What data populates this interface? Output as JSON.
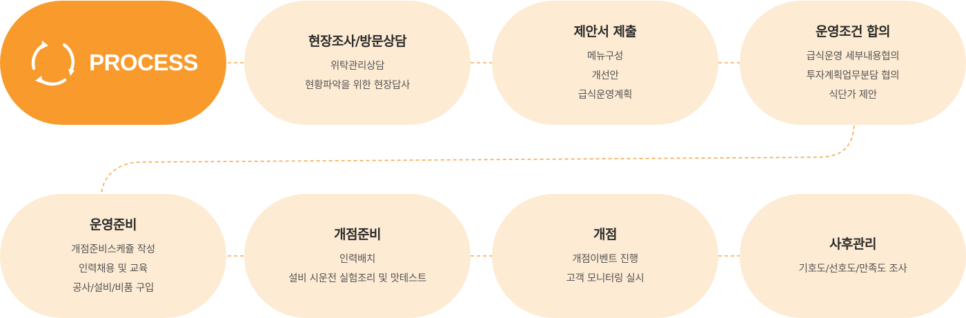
{
  "header": {
    "label": "PROCESS",
    "icon": "refresh-cycle-icon"
  },
  "colors": {
    "accent": "#f89a2c",
    "pill_background": "#fdebd3",
    "connector": "#f5a74a"
  },
  "steps": [
    {
      "title": "현장조사/방문상담",
      "lines": [
        "위탁관리상담",
        "현황파악을 위한 현장답사"
      ]
    },
    {
      "title": "제안서 제출",
      "lines": [
        "메뉴구성",
        "개선안",
        "급식운영계획"
      ]
    },
    {
      "title": "운영조건 합의",
      "lines": [
        "급식운영 세부내용협의",
        "투자계획업무분담 협의",
        "식단가 제안"
      ]
    },
    {
      "title": "운영준비",
      "lines": [
        "개점준비스케쥴 작성",
        "인력채용 및 교육",
        "공사/설비/비품 구입"
      ]
    },
    {
      "title": "개점준비",
      "lines": [
        "인력배치",
        "설비 시운전 실험조리 및 맛테스트"
      ]
    },
    {
      "title": "개점",
      "lines": [
        "개점이벤트 진행",
        "고객 모니터링 실시"
      ]
    },
    {
      "title": "사후관리",
      "lines": [
        "기호도/선호도/만족도 조사"
      ]
    }
  ]
}
